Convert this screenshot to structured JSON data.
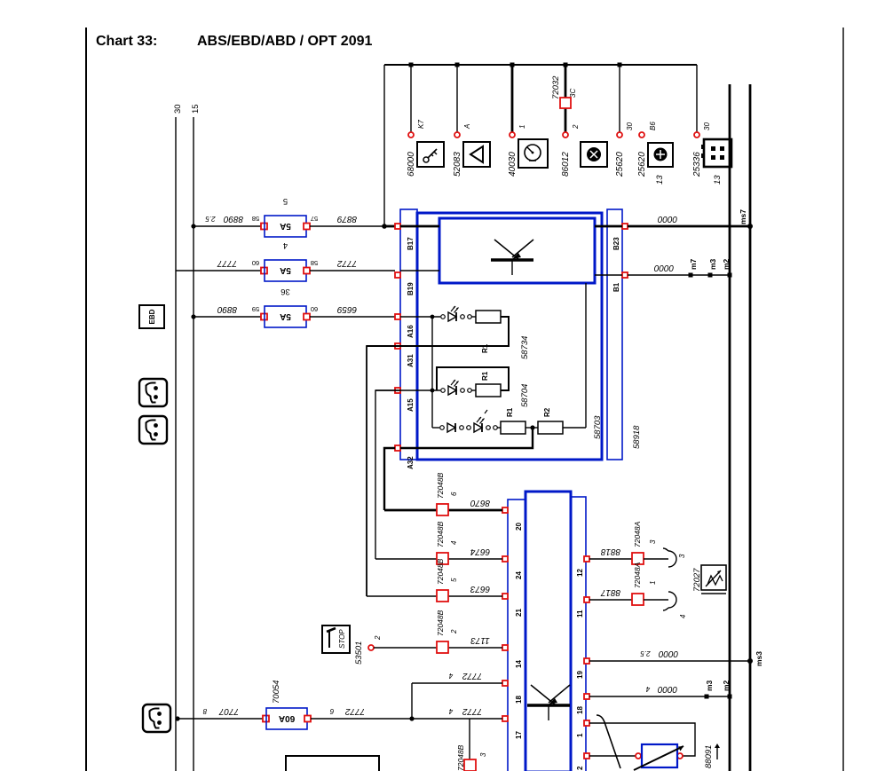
{
  "header": {
    "chart_label": "Chart 33:",
    "chart_title": "ABS/EBD/ABD / OPT 2091"
  },
  "rails": {
    "rail30": "30",
    "rail15": "15"
  },
  "top_row": {
    "connector_72032": {
      "id": "72032",
      "pin": "3C"
    },
    "components": [
      {
        "wire": "68000",
        "pin": "K7"
      },
      {
        "wire": "52083",
        "pin": "A"
      },
      {
        "wire": "40030",
        "pin": "1"
      },
      {
        "wire": "86012",
        "pin": "2"
      },
      {
        "wire": "25620",
        "pin": "30"
      },
      {
        "wire": "25620",
        "pin": "B6",
        "tag": "13"
      },
      {
        "wire": "25336",
        "pin": "30",
        "tag": "13"
      }
    ]
  },
  "fuse_rows": [
    {
      "pos": "5",
      "rating": "5A",
      "pin_left": "58",
      "pin_right": "57",
      "wire_left": "8890",
      "size_left": "2.5",
      "wire_right": "8879"
    },
    {
      "pos": "4",
      "rating": "5A",
      "pin_left": "60",
      "pin_right": "58",
      "wire_left": "7777",
      "wire_right": "7772"
    },
    {
      "pos": "36",
      "rating": "5A",
      "pin_left": "59",
      "pin_right": "60",
      "wire_left": "8890",
      "wire_right": "6659"
    }
  ],
  "main_fuse": {
    "id": "70054",
    "rating": "60A",
    "wire_left": "7707",
    "size_left": "8",
    "wire_right": "7772",
    "size_right": "6"
  },
  "ebd_label": "EBD",
  "abs_ecu": {
    "id": "58918",
    "pins_left": [
      "B17",
      "B19",
      "A16",
      "A31",
      "A15",
      "A32"
    ],
    "pins_right": [
      "B23",
      "B1"
    ],
    "circuits": [
      {
        "id": "58734",
        "r1": "R1"
      },
      {
        "id": "58704",
        "r1": "R1"
      },
      {
        "id": "58703",
        "r1": "R1",
        "r2": "R2"
      }
    ]
  },
  "ground": {
    "ms7": "ms7",
    "ms3": "ms3",
    "wire": "0000",
    "b1_splices": [
      "m7",
      "m3",
      "m2"
    ],
    "p18_splices": [
      "m3",
      "m2"
    ],
    "p19_size": "2.5",
    "p18_size": "4"
  },
  "hydraulic_unit": {
    "pins_left": [
      "20",
      "24",
      "21",
      "14",
      "18",
      "17"
    ],
    "pins_right": [
      "12",
      "11",
      "19",
      "18",
      "1",
      "2"
    ]
  },
  "branch_connectors": [
    {
      "id": "72048B",
      "pin": "6",
      "wire": "8670"
    },
    {
      "id": "72048B",
      "pin": "4",
      "wire": "6674"
    },
    {
      "id": "72048B",
      "pin": "5",
      "wire": "6673"
    },
    {
      "id": "72048B",
      "pin": "2",
      "wire": "1173"
    },
    {
      "id": "72048B",
      "pin": "3"
    }
  ],
  "pump_wires": {
    "w18": {
      "wire": "7772",
      "size": "4"
    },
    "w17": {
      "wire": "7772",
      "size": "4"
    }
  },
  "brake_switch": {
    "id": "53501",
    "pin": "2",
    "icon": "STOP"
  },
  "right_branch": [
    {
      "id": "72048A",
      "pin": "3",
      "wire": "8818",
      "socket": "3"
    },
    {
      "id": "72048A",
      "pin": "1",
      "wire": "8817",
      "socket": "4"
    }
  ],
  "level_sensor": {
    "id": "72027"
  },
  "pressure_sensor": {
    "id": "88091"
  }
}
